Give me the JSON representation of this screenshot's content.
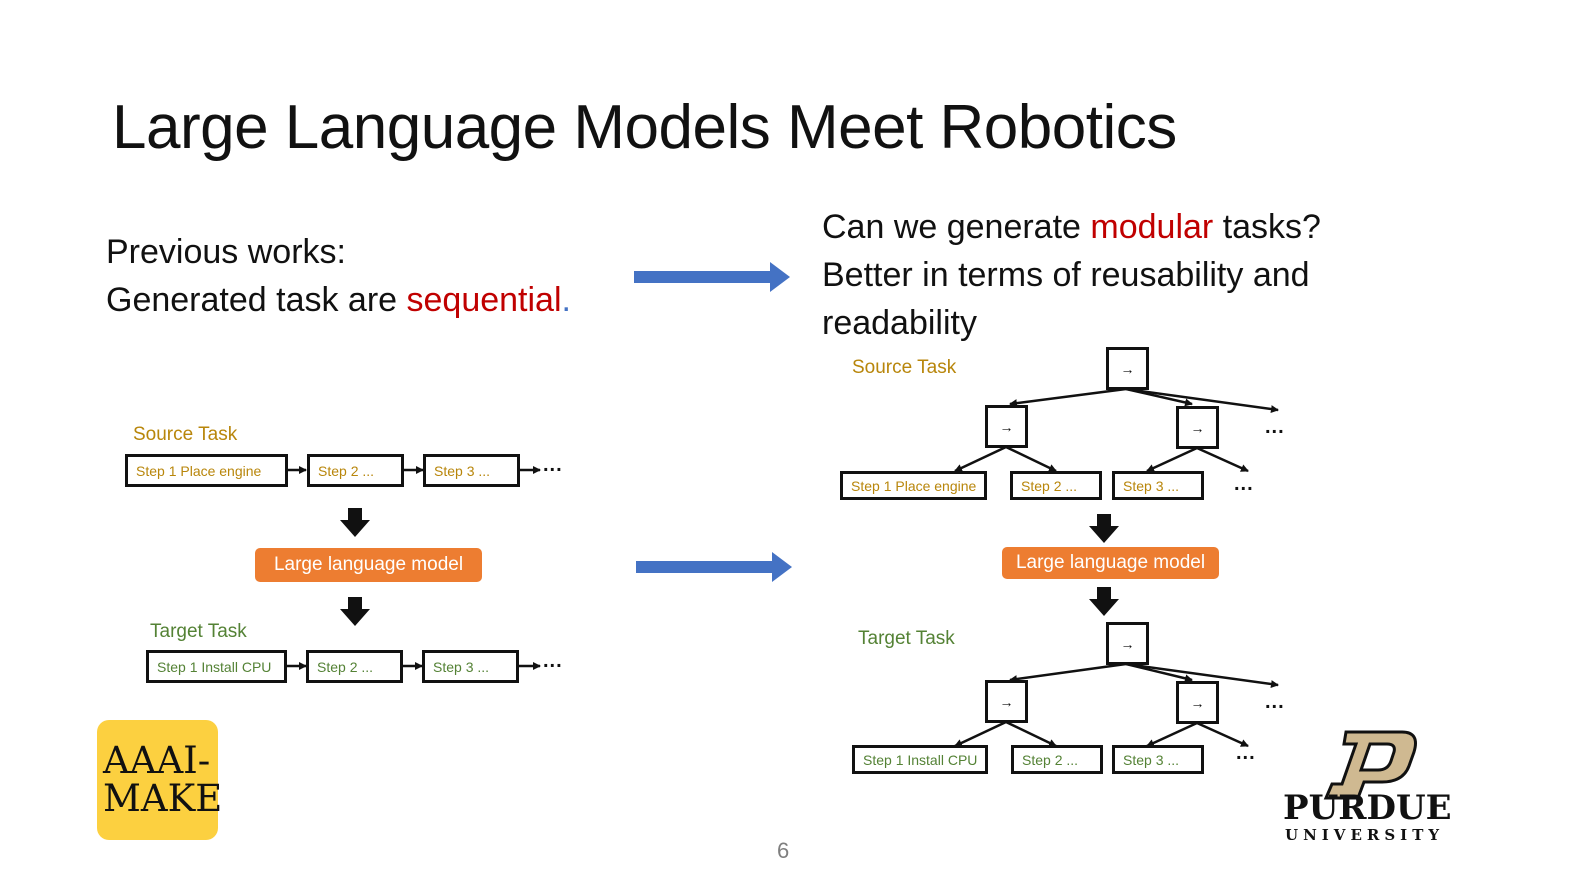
{
  "slide": {
    "title": "Large Language Models Meet Robotics",
    "page_number": "6"
  },
  "left": {
    "line1": "Previous works:",
    "line2_prefix": "Generated task are ",
    "line2_emphasis": "sequential",
    "line2_suffix": "."
  },
  "right": {
    "line1_prefix": "Can we generate ",
    "line1_emphasis": "modular",
    "line1_suffix": " tasks?",
    "line2": "Better in terms of reusability and",
    "line3": "readability"
  },
  "sequential_diagram": {
    "source_label": "Source Task",
    "source_steps": [
      "Step 1 Place engine",
      "Step 2 ...",
      "Step 3 ..."
    ],
    "model_label": "Large language model",
    "target_label": "Target Task",
    "target_steps": [
      "Step 1 Install CPU",
      "Step 2 ...",
      "Step 3 ..."
    ],
    "ellipsis": "..."
  },
  "modular_diagram": {
    "source_label": "Source Task",
    "source_steps": [
      "Step 1 Place engine",
      "Step 2 ...",
      "Step 3 ..."
    ],
    "model_label": "Large language model",
    "target_label": "Target Task",
    "target_steps": [
      "Step 1 Install CPU",
      "Step 2 ...",
      "Step 3 ..."
    ],
    "sequence_symbol": "→",
    "ellipsis": "..."
  },
  "logos": {
    "conference_line1": "AAAI-",
    "conference_line2": "MAKE",
    "university_name": "PURDUE",
    "university_sub": "UNIVERSITY"
  },
  "colors": {
    "emphasis_red": "#c00000",
    "arrow_blue": "#4472c4",
    "model_orange": "#ed7d31",
    "source_gold": "#b8860b",
    "target_green": "#548235",
    "purdue_gold": "#cfb991",
    "aaai_yellow": "#fcd040"
  }
}
